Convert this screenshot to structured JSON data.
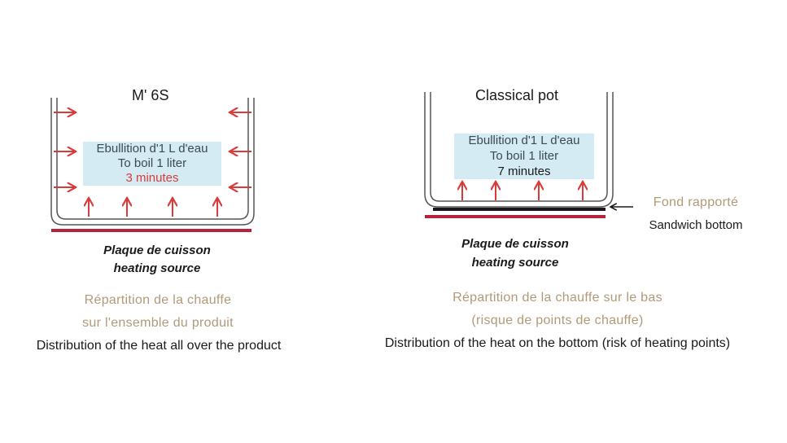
{
  "left": {
    "title": "M' 6S",
    "box_line1": "Ebullition d'1 L d'eau",
    "box_line2": "To boil 1 liter",
    "box_minutes": "3 minutes",
    "source_line1": "Plaque de cuisson",
    "source_line2": "heating source",
    "fr_line1": "Répartition de la chauffe",
    "fr_line2": "sur l'ensemble du produit",
    "en_line": "Distribution of the heat all over the product"
  },
  "right": {
    "title": "Classical pot",
    "box_line1": "Ebullition d'1 L d'eau",
    "box_line2": "To boil 1 liter",
    "box_minutes": "7 minutes",
    "bottom_fr": "Fond rapporté",
    "bottom_en": "Sandwich bottom",
    "source_line1": "Plaque de cuisson",
    "source_line2": "heating source",
    "fr_line1": "Répartition de la chauffe sur le bas",
    "fr_line2": "(risque de points de chauffe)",
    "en_line": "Distribution of the heat on the bottom (risk of heating points)"
  },
  "colors": {
    "arrow_red": "#d93a3a",
    "plate_red": "#b5243a",
    "box_blue": "#d5ebf3",
    "french_tan": "#b09a78",
    "sandwich_black": "#1a1a1a"
  }
}
